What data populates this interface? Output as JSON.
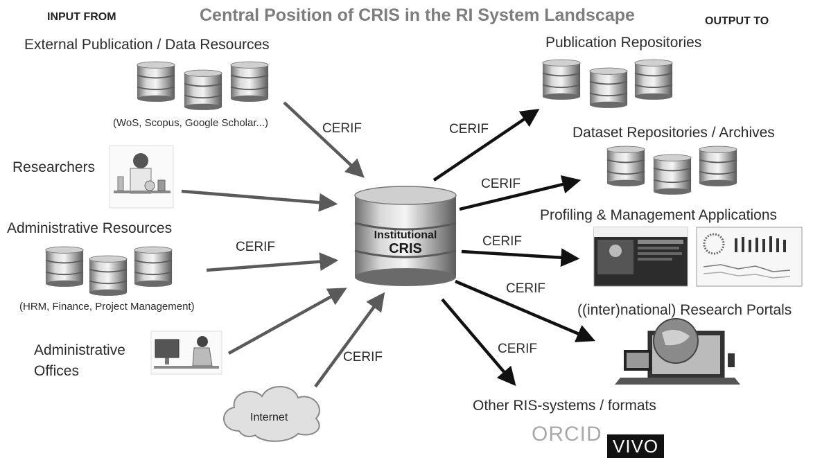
{
  "title": "Central Position of CRIS in the RI System Landscape",
  "input_header": "INPUT FROM",
  "output_header": "OUTPUT TO",
  "inputs": {
    "external": {
      "label": "External Publication / Data Resources",
      "note": "(WoS, Scopus, Google Scholar...)"
    },
    "researchers": {
      "label": "Researchers"
    },
    "administrative": {
      "label": "Administrative Resources",
      "note": "(HRM, Finance, Project Management)"
    },
    "offices": {
      "label_line1": "Administrative",
      "label_line2": "Offices"
    },
    "internet": {
      "label": "Internet"
    }
  },
  "center": {
    "line1": "Institutional",
    "line2": "CRIS"
  },
  "outputs": {
    "publication": {
      "label": "Publication Repositories"
    },
    "dataset": {
      "label": "Dataset Repositories / Archives"
    },
    "profiling": {
      "label": "Profiling  & Management Applications"
    },
    "portals": {
      "label": "((inter)national) Research Portals"
    },
    "other": {
      "label": "Other RIS-systems / formats"
    }
  },
  "logos": {
    "orcid": "ORCID",
    "vivo": "VIVO"
  },
  "arrow_label": "CERIF",
  "colors": {
    "input_arrow": "#5a5a5a",
    "output_arrow": "#111111",
    "title": "#7d7d7d"
  }
}
